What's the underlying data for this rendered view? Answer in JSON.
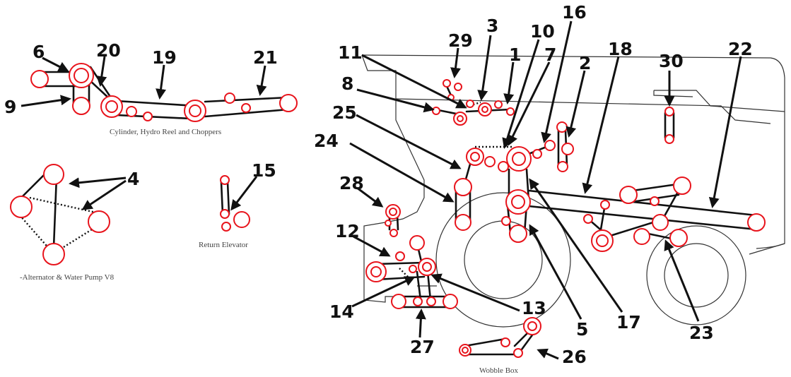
{
  "captions": {
    "cylinder": "Cylinder, Hydro Reel and Choppers",
    "alternator": "-Alternator & Water Pump V8",
    "return_elevator": "Return Elevator",
    "wobble_box": "Wobble Box"
  },
  "numbers": {
    "n1": "1",
    "n2": "2",
    "n3": "3",
    "n4": "4",
    "n5": "5",
    "n6": "6",
    "n7": "7",
    "n8": "8",
    "n9": "9",
    "n10": "10",
    "n11": "11",
    "n12": "12",
    "n13": "13",
    "n14": "14",
    "n15": "15",
    "n16": "16",
    "n17": "17",
    "n18": "18",
    "n19": "19",
    "n20": "20",
    "n21": "21",
    "n22": "22",
    "n23": "23",
    "n24": "24",
    "n25": "25",
    "n26": "26",
    "n27": "27",
    "n28": "28",
    "n29": "29",
    "n30": "30"
  },
  "colors": {
    "pulley": "#e8141c",
    "belt": "#111111",
    "outline": "#333333"
  }
}
